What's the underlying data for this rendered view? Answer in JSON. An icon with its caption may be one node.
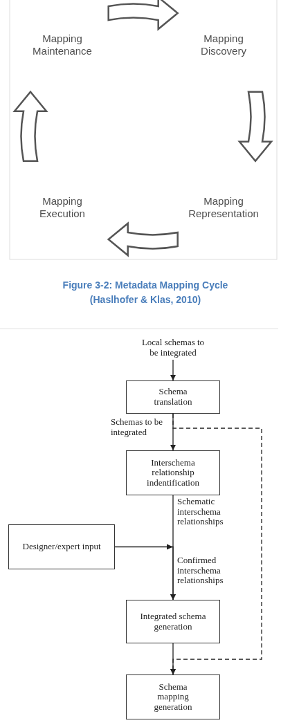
{
  "diagram": {
    "caption": "Figure 3-2: Metadata Mapping Cycle (Haslhofer & Klas, 2010)",
    "nodes": [
      {
        "text": [
          "Mapping Maintenance"
        ]
      },
      {
        "text": [
          "Mapping Discovery"
        ]
      },
      {
        "text": [
          "Mapping Representation"
        ]
      },
      {
        "text": [
          "Mapping Execution"
        ]
      },
      {
        "text": [
          "Local schemas to be integrated"
        ]
      },
      {
        "text": [
          "Schema translation"
        ]
      },
      {
        "text": [
          "Interschema relationship indentification"
        ]
      },
      {
        "text": [
          "Designer/expert input"
        ]
      },
      {
        "text": [
          "Integrated schema generation"
        ]
      },
      {
        "text": [
          "Schema mapping generation"
        ]
      }
    ],
    "edges": [
      {
        "from": 0,
        "to": 1,
        "arrow": "to"
      },
      {
        "from": 1,
        "to": 2,
        "arrow": "to"
      },
      {
        "from": 2,
        "to": 3,
        "arrow": "to"
      },
      {
        "from": 3,
        "to": 0,
        "arrow": "to"
      },
      {
        "from": 4,
        "to": 5,
        "arrow": "to"
      },
      {
        "from": 5,
        "to": 6,
        "arrow": "to",
        "label": "Schemas to be integrated"
      },
      {
        "from": 6,
        "to": 8,
        "arrow": "to",
        "label": "Schematic interschema relationships"
      },
      {
        "from": 7,
        "to": 8,
        "arrow": "to",
        "label": "Confirmed interschema relationships"
      },
      {
        "from": 8,
        "to": 9,
        "arrow": "to"
      },
      {
        "from": 5,
        "to": 9,
        "arrow": "to",
        "style": "dashed"
      }
    ]
  }
}
